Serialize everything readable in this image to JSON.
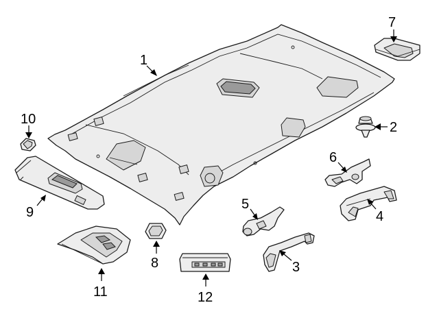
{
  "callouts": [
    {
      "id": "1",
      "label": "1"
    },
    {
      "id": "2",
      "label": "2"
    },
    {
      "id": "3",
      "label": "3"
    },
    {
      "id": "4",
      "label": "4"
    },
    {
      "id": "5",
      "label": "5"
    },
    {
      "id": "6",
      "label": "6"
    },
    {
      "id": "7",
      "label": "7"
    },
    {
      "id": "8",
      "label": "8"
    },
    {
      "id": "9",
      "label": "9"
    },
    {
      "id": "10",
      "label": "10"
    },
    {
      "id": "11",
      "label": "11"
    },
    {
      "id": "12",
      "label": "12"
    }
  ],
  "colors": {
    "line": "#1a1a1a",
    "fill": "#ededed",
    "shade": "#d6d6d6",
    "background": "#ffffff"
  }
}
